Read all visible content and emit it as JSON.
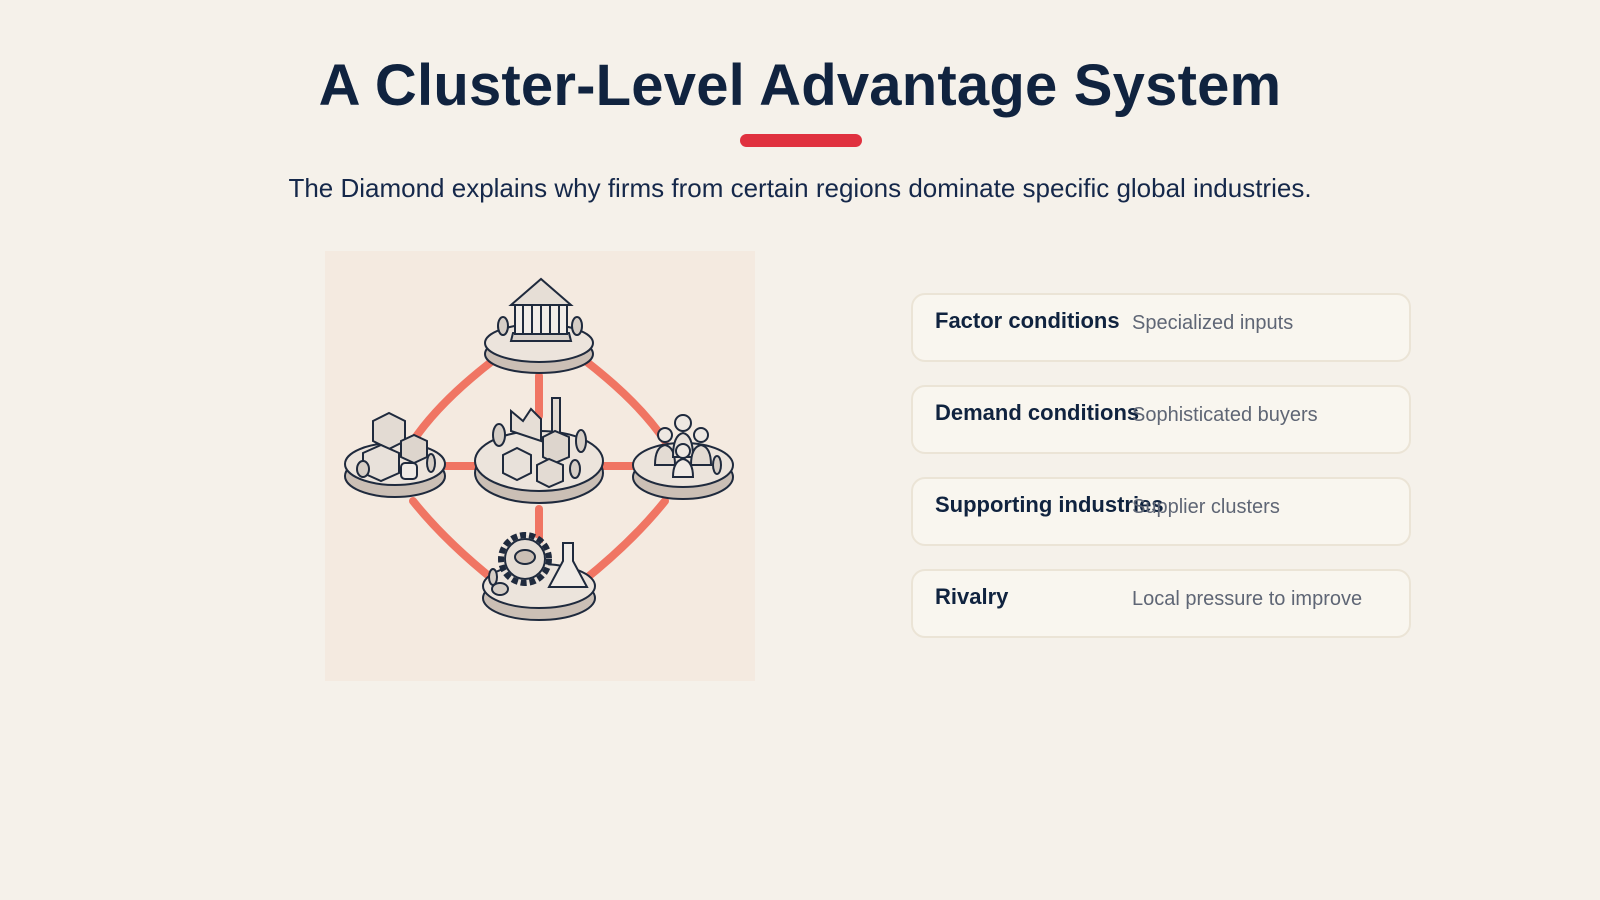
{
  "slide": {
    "title": "A Cluster-Level Advantage System",
    "subtitle": "The Diamond explains why firms from certain regions dominate specific global industries."
  },
  "colors": {
    "title": "#10233f",
    "accent": "#e0313f",
    "connector": "#f07563",
    "background": "#f5f1ea",
    "card_background": "#f9f6ef",
    "card_border": "#ebe4d6",
    "description_text": "#5f6675"
  },
  "illustration": {
    "nodes": [
      {
        "id": "top",
        "icon": "government-building-icon"
      },
      {
        "id": "left",
        "icon": "warehouse-boxes-icon"
      },
      {
        "id": "center",
        "icon": "factory-icon"
      },
      {
        "id": "right",
        "icon": "people-group-icon"
      },
      {
        "id": "bottom",
        "icon": "gear-flask-icon"
      }
    ]
  },
  "cards": [
    {
      "label": "Factor conditions",
      "description": "Specialized inputs"
    },
    {
      "label": "Demand conditions",
      "description": "Sophisticated buyers"
    },
    {
      "label": "Supporting industries",
      "description": "Supplier clusters"
    },
    {
      "label": "Rivalry",
      "description": "Local pressure to improve"
    }
  ]
}
